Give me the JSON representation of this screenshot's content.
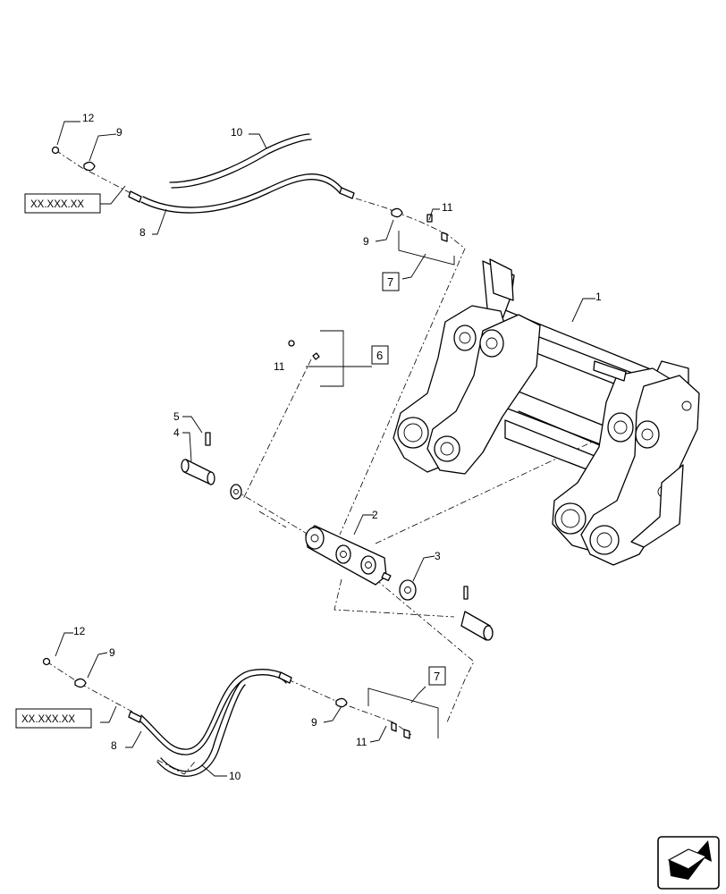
{
  "callouts": {
    "c1": "1",
    "c2": "2",
    "c3": "3",
    "c4": "4",
    "c5": "5",
    "c6_box": "6",
    "c7_box_top": "7",
    "c7_box_bottom": "7",
    "c8_top": "8",
    "c8_bottom": "8",
    "c9_top_left": "9",
    "c9_top_right": "9",
    "c9_bottom_left": "9",
    "c9_bottom_right": "9",
    "c10_top": "10",
    "c10_bottom": "10",
    "c11_top": "11",
    "c11_mid": "11",
    "c11_bottom": "11",
    "c12_top": "12",
    "c12_bottom": "12"
  },
  "reference_boxes": {
    "top": "XX.XXX.XX",
    "bottom": "XX.XXX.XX"
  },
  "nav_icon": "next-page-arrow-icon"
}
